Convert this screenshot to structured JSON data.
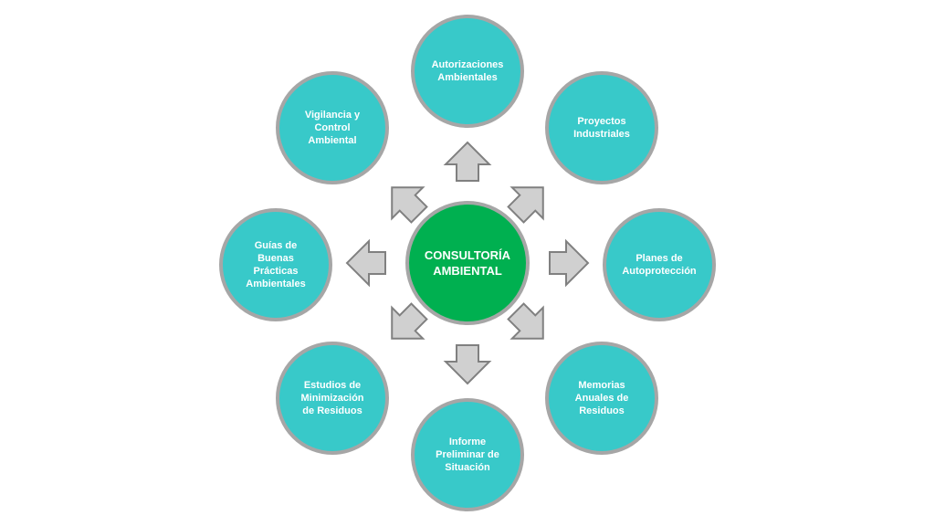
{
  "diagram": {
    "center": {
      "label": "CONSULTORÍA\nAMBIENTAL",
      "color": "#00b050"
    },
    "node_color": "#38c9c9",
    "border_color": "#a6a6a6",
    "arrow_fill": "#d0d0d0",
    "arrow_stroke": "#808080",
    "nodes": [
      {
        "label": "Autorizaciones\nAmbientales"
      },
      {
        "label": "Proyectos\nIndustriales"
      },
      {
        "label": "Planes de\nAutoprotección"
      },
      {
        "label": "Memorias\nAnuales de\nResiduos"
      },
      {
        "label": "Informe\nPreliminar de\nSituación"
      },
      {
        "label": "Estudios de\nMinimización\nde Residuos"
      },
      {
        "label": "Guías de\nBuenas\nPrácticas\nAmbientales"
      },
      {
        "label": "Vigilancia y\nControl\nAmbiental"
      }
    ]
  }
}
